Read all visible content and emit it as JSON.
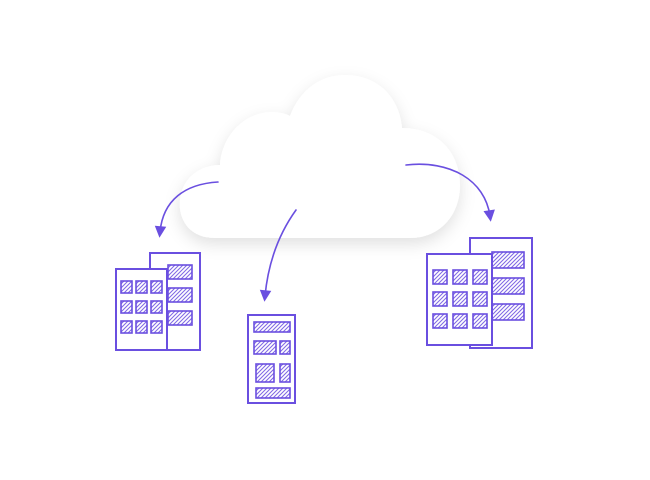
{
  "colors": {
    "background": "#ffffff",
    "cloud": "#ffffff",
    "sketch": "#6a4fe0"
  },
  "icons": {
    "cloud": "cloud-icon",
    "buildings": [
      "office-buildings-left",
      "office-building-middle",
      "office-buildings-right"
    ],
    "arrows": [
      "arrow-to-left-buildings",
      "arrow-to-middle-building",
      "arrow-to-right-buildings"
    ]
  }
}
